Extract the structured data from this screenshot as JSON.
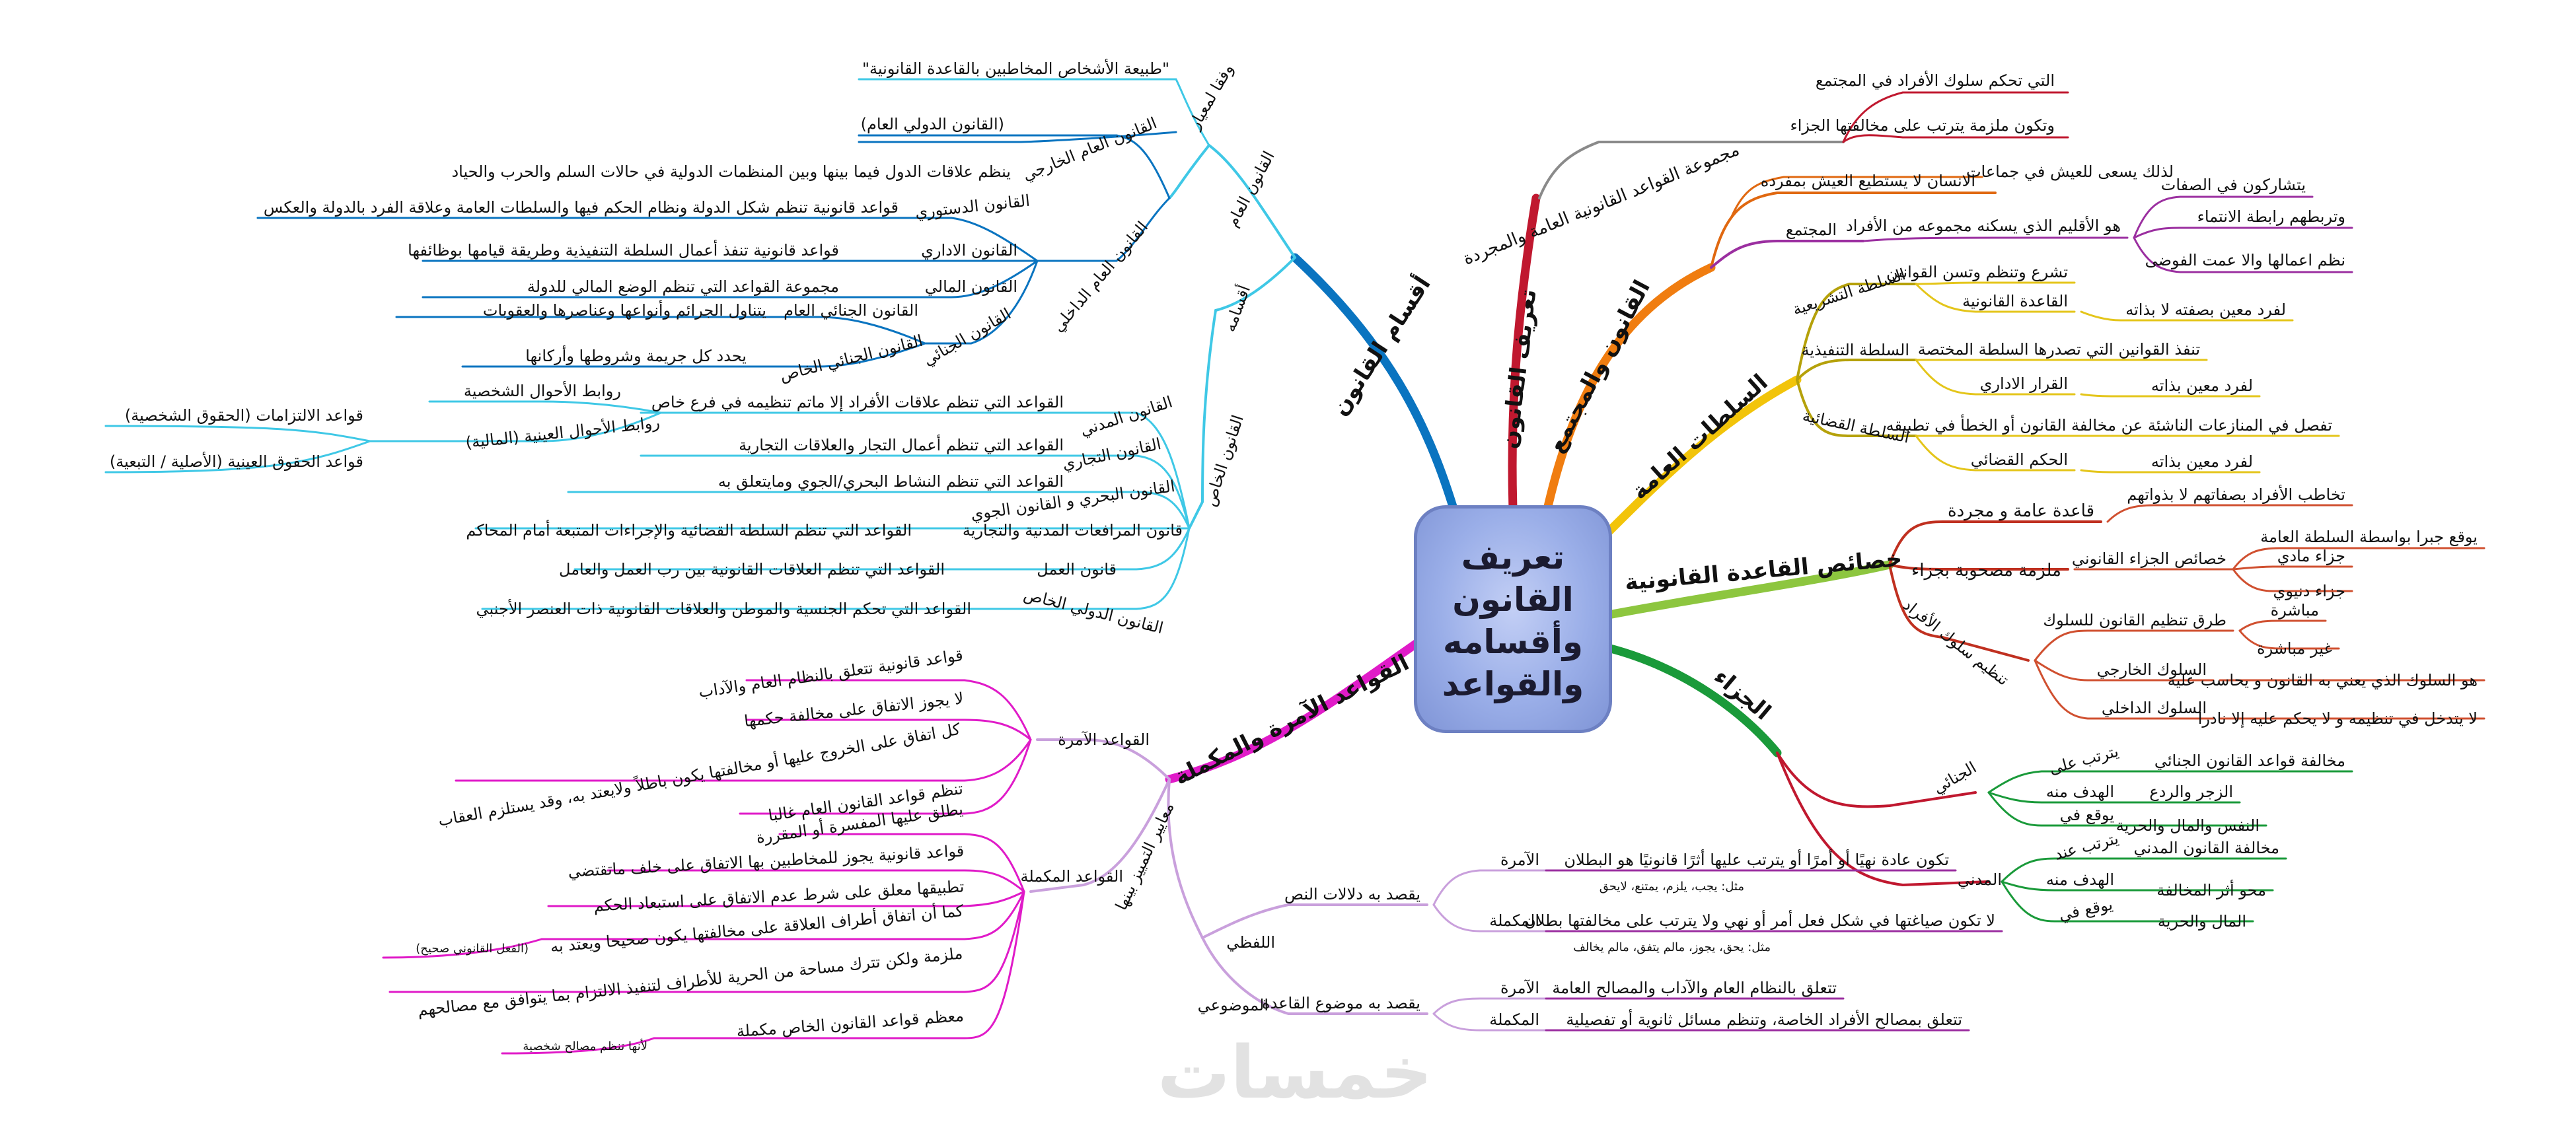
{
  "center": {
    "lines": [
      "تعريف",
      "القانون",
      "وأقسامه",
      "والقواعد"
    ],
    "color": "#9aaee8"
  },
  "branches": {
    "definition": "تعريف القانون",
    "society": "القانون والمجتمع",
    "powers": "السلطات العامة",
    "characteristics": "خصائص القاعدة القانونية",
    "sanction": "الجزاء",
    "imperative": "القواعد الآمرة والمكملة",
    "divisions": "أقسام القانون"
  },
  "definition": {
    "node": "مجموعة القواعد القانونية العامة والمجردة",
    "items": [
      "التي تحكم سلوك الأفراد في المجتمع",
      "وتكون ملزمة يترتب على مخالفتها الجزاء"
    ]
  },
  "society": {
    "human": "الانسان لا يستطيع العيش بمفرده",
    "human_note": "لذلك يسعى للعيش في جماعات",
    "society_label": "المجتمع",
    "society_def": "هو الأقليم الذي يسكنه مجموعه من الأفراد",
    "traits": [
      "يتشاركون في الصفات",
      "وتربطهم رابطة الانتماء",
      "نظم اعمالها والا عمت الفوضى"
    ]
  },
  "powers": {
    "legislative": "السلطة التشريعية",
    "legislative_items": [
      "تشرع وتنظم وتسن القوانين",
      "القاعدة القانونية",
      "لفرد معين بصفته لا بذاته"
    ],
    "executive": "السلطة التنفيذية",
    "executive_items": [
      "تنفذ القوانين التي تصدرها السلطة المختصة",
      "القرار الاداري",
      "لفرد معين بذاته"
    ],
    "judicial": "السلطة القضائية",
    "judicial_items": [
      "تفصل في المنازعات الناشئة عن مخالفة القانون أو الخطأ في تطبيقه",
      "الحكم القضائي",
      "لفرد معين بذاته"
    ]
  },
  "characteristics": {
    "general": "قاعدة عامة و مجردة",
    "general_note": "تخاطب الأفراد بصفاتهم لا بذواتهم",
    "binding": "ملزمة مصحوبة بجزاء",
    "binding_sub": "خصائص الجزاء القانوني",
    "binding_note": "يوقع جبرا بواسطة السلطة العامة",
    "material": "جزاء مادي",
    "moral": "جزاء دنيوي",
    "conduct": "تنظيم سلوك الأفراد",
    "conduct_sub": "طرق تنظيم القانون للسلوك",
    "direct": "مباشرة",
    "indirect": "غير مباشرة",
    "external": "السلوك الخارجي",
    "external_note": "هو السلوك الذي يعني به القانون و يحاسب عليه",
    "internal": "السلوك الداخلي",
    "internal_note": "لا يتدخل في تنظيمه و لا يحكم عليه إلا نادرا"
  },
  "sanction": {
    "criminal": "الجنائي",
    "criminal_items": [
      [
        "يترتب على",
        "مخالفة قواعد القانون الجنائي"
      ],
      [
        "الهدف منه",
        "الزجر والردع"
      ],
      [
        "يوقع في",
        "النفس والمال والحرية"
      ]
    ],
    "civil": "المدني",
    "civil_items": [
      [
        "يترتب عند",
        "مخالفة القانون المدني"
      ],
      [
        "الهدف منه",
        "محو أثر المخالفة"
      ],
      [
        "يوقع في",
        "المال والحرية"
      ]
    ]
  },
  "criteria": {
    "title": "معايير التمييز بينها",
    "textual": "اللفظي",
    "textual_desc": "يقصد به دلالات النص",
    "mandatory": "الآمرة",
    "mandatory_note": "تكون عادة نهيًا أو أمرًا أو يترتب عليها أثرًا قانونيًا هو البطلان",
    "mandatory_ex": "مثل: يجب، يلزم، يمتنع، لايحق",
    "supp": "المكملة",
    "supp_note": "لا تكون صياغتها في شكل فعل أمر أو نهي ولا يترتب على مخالفتها بطلان",
    "supp_ex": "مثل: يحق، يجوز، مالم يتفق، مالم يخالف",
    "objective": "الموضوعي",
    "objective_desc": "يقصد به موضوع القاعدة",
    "obj_mandatory": "الآمرة",
    "obj_mandatory_note": "تتعلق بالنظام العام والآداب والمصالح العامة",
    "obj_supp": "المكملة",
    "obj_supp_note": "تتعلق بمصالح الأفراد الخاصة، وتنظم مسائل ثانوية أو تفصيلية"
  },
  "rules": {
    "mandatory": "القواعد الآمرة",
    "mandatory_items": [
      "قواعد قانونية تتعلق بالنظام العام والآداب",
      "لا يجوز الاتفاق على مخالفة حكمها",
      "كل اتفاق على الخروج عليها أو مخالفتها يكون باطلاً ولايعتد به، وقد يستلزم العقاب",
      "تنظم قواعد القانون العام غالبا"
    ],
    "supplementary": "القواعد المكملة",
    "supplementary_items": [
      "يطلق عليها المفسرة أو المقررة",
      "قواعد قانونية يجوز للمخاطبين بها الاتفاق على خلف ماتقتضي",
      "تطبيقها معلق على شرط عدم الاتفاق على استبعاد الحكم",
      "كما أن اتفاق أطراف العلاقة على مخالفتها يكون صحيحا ويعتد به",
      "ملزمة ولكن تترك مساحة من الحرية للأطراف لتنفيذ الالتزام بما يتوافق مع مصالحهم",
      "معظم قواعد القانون الخاص مكملة"
    ],
    "supp_note1": "(الفعل القانوني صحيح)",
    "supp_note2": "لأنها تنظم مصالح شخصية"
  },
  "divisions": {
    "sections": "أقسامه",
    "criterion": "وفقا لمعيار",
    "criterion_note": "\"طبيعة الأشخاص المخاطبين بالقاعدة القانونية\"",
    "public": "القانون العام",
    "external": "القانون العام الخارجي",
    "external_note": "(القانون الدولي العام)",
    "external_desc": "ينظم علاقات الدول فيما بينها وبين المنظمات الدولية في حالات السلم والحرب والحياد",
    "internal": "القانون العام الداخلي",
    "constitutional": "القانون الدستوري",
    "constitutional_desc": "قواعد قانونية تنظم شكل الدولة ونظام الحكم فيها والسلطات العامة وعلاقة الفرد بالدولة والعكس",
    "administrative": "القانون الاداري",
    "administrative_desc": "قواعد قانونية تنفذ أعمال السلطة التنفيذية وطريقة قيامها بوظائفها",
    "financial": "القانون المالي",
    "financial_desc": "مجموعة القواعد التي تنظم الوضع المالي للدولة",
    "criminal": "القانون الجنائي",
    "criminal_general": "القانون الجنائي العام",
    "criminal_general_desc": "يتناول الجرائم وأنواعها وعناصرها والعقوبات",
    "criminal_special": "القانون الجنائي الخاص",
    "criminal_special_desc": "يحدد كل جريمة وشروطها وأركانها",
    "private": "القانون الخاص",
    "civil": "القانون المدني",
    "civil_desc": "القواعد التي تنظم علاقات الأفراد إلا ماتم تنظيمه في فرع خاص",
    "personal": "روابط الأحوال الشخصية",
    "real": "روابط الأحوال العينية (المالية)",
    "obligations": "قواعد الالتزامات (الحقوق الشخصية)",
    "real_rights": "قواعد الحقوق العينية (الأصلية / التبعية)",
    "commercial": "القانون التجاري",
    "commercial_desc": "القواعد التي تنظم أعمال التجار والعلاقات التجارية",
    "maritime": "القانون البحري و القانون الجوي",
    "maritime_desc": "القواعد التي تنظم النشاط البحري/الجوي ومايتعلق به",
    "procedures": "قانون المرافعات المدنية والتجارية",
    "procedures_desc": "القواعد التي تنظم السلطة القضائية والإجراءات المتبعة أمام المحاكم",
    "labor": "قانون العمل",
    "labor_desc": "القواعد التي تنظم العلاقات القانونية بين رب العمل والعامل",
    "private_intl": "القانون الدولي الخاص",
    "private_intl_desc": "القواعد التي تحكم الجنسية والموطن والعلاقات القانونية ذات العنصر الأجنبي"
  },
  "watermark": "خمسات",
  "colors": {
    "definition": "#c0182f",
    "society": "#f07d10",
    "powers": "#f2c40a",
    "characteristics": "#8dc63f",
    "sanction": "#1a9a3a",
    "imperative": "#e01bc8",
    "divisions": "#0a74c0",
    "sub_divisions": "#3fc8e6",
    "rules_sub": "#c9a0dc",
    "criteria_sub": "#d6a8e8"
  }
}
